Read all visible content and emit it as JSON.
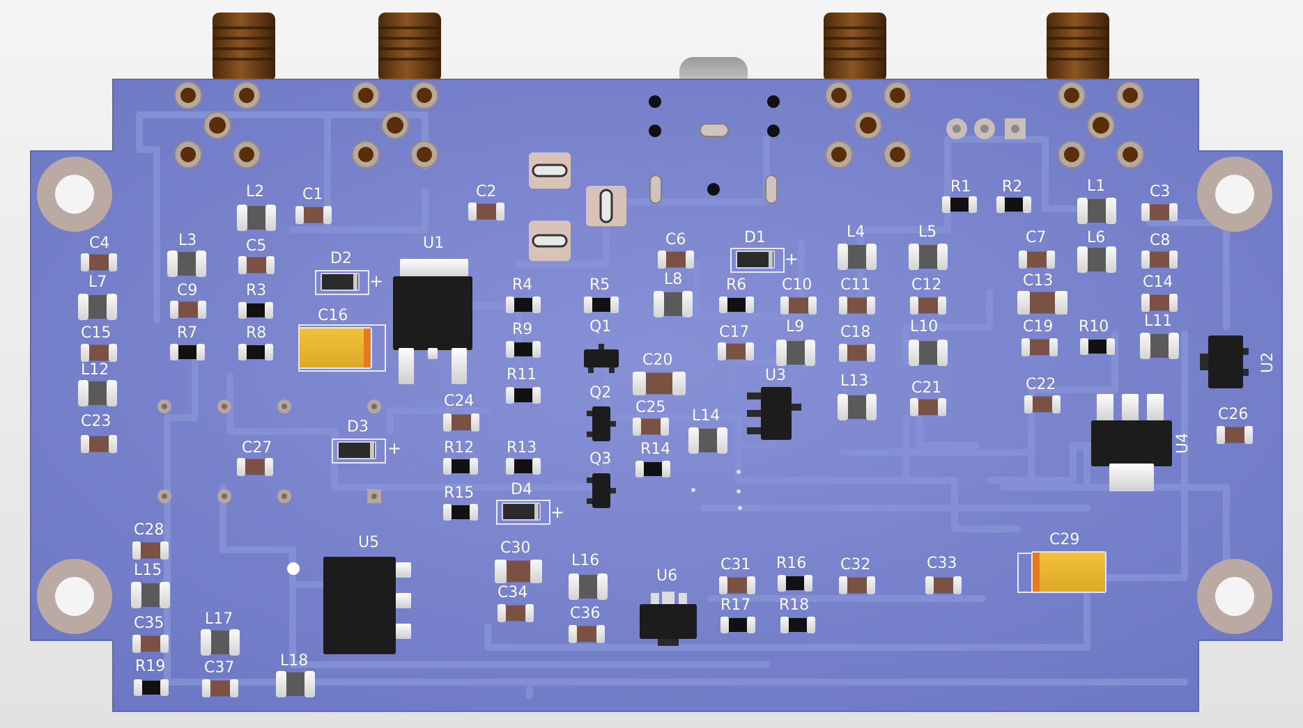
{
  "board": {
    "colors": {
      "background": "#ebebeb",
      "board": "#6f7ac6",
      "trace": "#7a86cf",
      "silkscreen": "#ffffff",
      "connector": "#6b3d12",
      "pad": "#b9aaa2",
      "tantalum": "#e9b430"
    },
    "components": [
      {
        "ref": "L2",
        "kind": "ind"
      },
      {
        "ref": "C1",
        "kind": "cap"
      },
      {
        "ref": "C2",
        "kind": "cap"
      },
      {
        "ref": "C4",
        "kind": "cap"
      },
      {
        "ref": "L3",
        "kind": "ind"
      },
      {
        "ref": "C5",
        "kind": "cap"
      },
      {
        "ref": "D2",
        "kind": "diode"
      },
      {
        "ref": "U1",
        "kind": "dpak"
      },
      {
        "ref": "L7",
        "kind": "ind"
      },
      {
        "ref": "C9",
        "kind": "cap"
      },
      {
        "ref": "R3",
        "kind": "res"
      },
      {
        "ref": "C16",
        "kind": "tant"
      },
      {
        "ref": "C15",
        "kind": "cap"
      },
      {
        "ref": "R7",
        "kind": "res"
      },
      {
        "ref": "R8",
        "kind": "res"
      },
      {
        "ref": "L12",
        "kind": "ind"
      },
      {
        "ref": "C23",
        "kind": "cap"
      },
      {
        "ref": "C27",
        "kind": "cap"
      },
      {
        "ref": "D3",
        "kind": "diode"
      },
      {
        "ref": "C24",
        "kind": "cap"
      },
      {
        "ref": "R4",
        "kind": "res"
      },
      {
        "ref": "R5",
        "kind": "res"
      },
      {
        "ref": "R9",
        "kind": "res"
      },
      {
        "ref": "Q1",
        "kind": "sot23"
      },
      {
        "ref": "R11",
        "kind": "res"
      },
      {
        "ref": "Q2",
        "kind": "sot23v"
      },
      {
        "ref": "R12",
        "kind": "res"
      },
      {
        "ref": "R13",
        "kind": "res"
      },
      {
        "ref": "Q3",
        "kind": "sot23v"
      },
      {
        "ref": "R15",
        "kind": "res"
      },
      {
        "ref": "D4",
        "kind": "diode"
      },
      {
        "ref": "C6",
        "kind": "cap"
      },
      {
        "ref": "D1",
        "kind": "diode"
      },
      {
        "ref": "L8",
        "kind": "ind"
      },
      {
        "ref": "R6",
        "kind": "res"
      },
      {
        "ref": "C10",
        "kind": "cap"
      },
      {
        "ref": "C20",
        "kind": "cap"
      },
      {
        "ref": "C17",
        "kind": "cap"
      },
      {
        "ref": "L9",
        "kind": "ind"
      },
      {
        "ref": "C25",
        "kind": "cap"
      },
      {
        "ref": "L14",
        "kind": "ind"
      },
      {
        "ref": "U3",
        "kind": "sot23-5"
      },
      {
        "ref": "R14",
        "kind": "res"
      },
      {
        "ref": "L4",
        "kind": "ind"
      },
      {
        "ref": "L5",
        "kind": "ind"
      },
      {
        "ref": "C11",
        "kind": "cap"
      },
      {
        "ref": "C12",
        "kind": "cap"
      },
      {
        "ref": "C18",
        "kind": "cap"
      },
      {
        "ref": "L10",
        "kind": "ind"
      },
      {
        "ref": "L13",
        "kind": "ind"
      },
      {
        "ref": "C21",
        "kind": "cap"
      },
      {
        "ref": "R1",
        "kind": "res"
      },
      {
        "ref": "R2",
        "kind": "res"
      },
      {
        "ref": "L1",
        "kind": "ind"
      },
      {
        "ref": "C3",
        "kind": "cap"
      },
      {
        "ref": "C7",
        "kind": "cap"
      },
      {
        "ref": "L6",
        "kind": "ind"
      },
      {
        "ref": "C8",
        "kind": "cap"
      },
      {
        "ref": "C13",
        "kind": "cap"
      },
      {
        "ref": "C14",
        "kind": "cap"
      },
      {
        "ref": "C19",
        "kind": "cap"
      },
      {
        "ref": "R10",
        "kind": "res"
      },
      {
        "ref": "L11",
        "kind": "ind"
      },
      {
        "ref": "U2",
        "kind": "sot23"
      },
      {
        "ref": "C22",
        "kind": "cap"
      },
      {
        "ref": "U4",
        "kind": "sot223"
      },
      {
        "ref": "C26",
        "kind": "cap"
      },
      {
        "ref": "C28",
        "kind": "cap"
      },
      {
        "ref": "L15",
        "kind": "ind"
      },
      {
        "ref": "C35",
        "kind": "cap"
      },
      {
        "ref": "L17",
        "kind": "ind"
      },
      {
        "ref": "R19",
        "kind": "res"
      },
      {
        "ref": "C37",
        "kind": "cap"
      },
      {
        "ref": "L18",
        "kind": "ind"
      },
      {
        "ref": "U5",
        "kind": "sot223v"
      },
      {
        "ref": "C30",
        "kind": "cap"
      },
      {
        "ref": "C34",
        "kind": "cap"
      },
      {
        "ref": "L16",
        "kind": "ind"
      },
      {
        "ref": "C36",
        "kind": "cap"
      },
      {
        "ref": "U6",
        "kind": "sot89"
      },
      {
        "ref": "C31",
        "kind": "cap"
      },
      {
        "ref": "R16",
        "kind": "res"
      },
      {
        "ref": "R17",
        "kind": "res"
      },
      {
        "ref": "R18",
        "kind": "res"
      },
      {
        "ref": "C32",
        "kind": "cap"
      },
      {
        "ref": "C33",
        "kind": "cap"
      },
      {
        "ref": "C29",
        "kind": "tant"
      }
    ]
  }
}
